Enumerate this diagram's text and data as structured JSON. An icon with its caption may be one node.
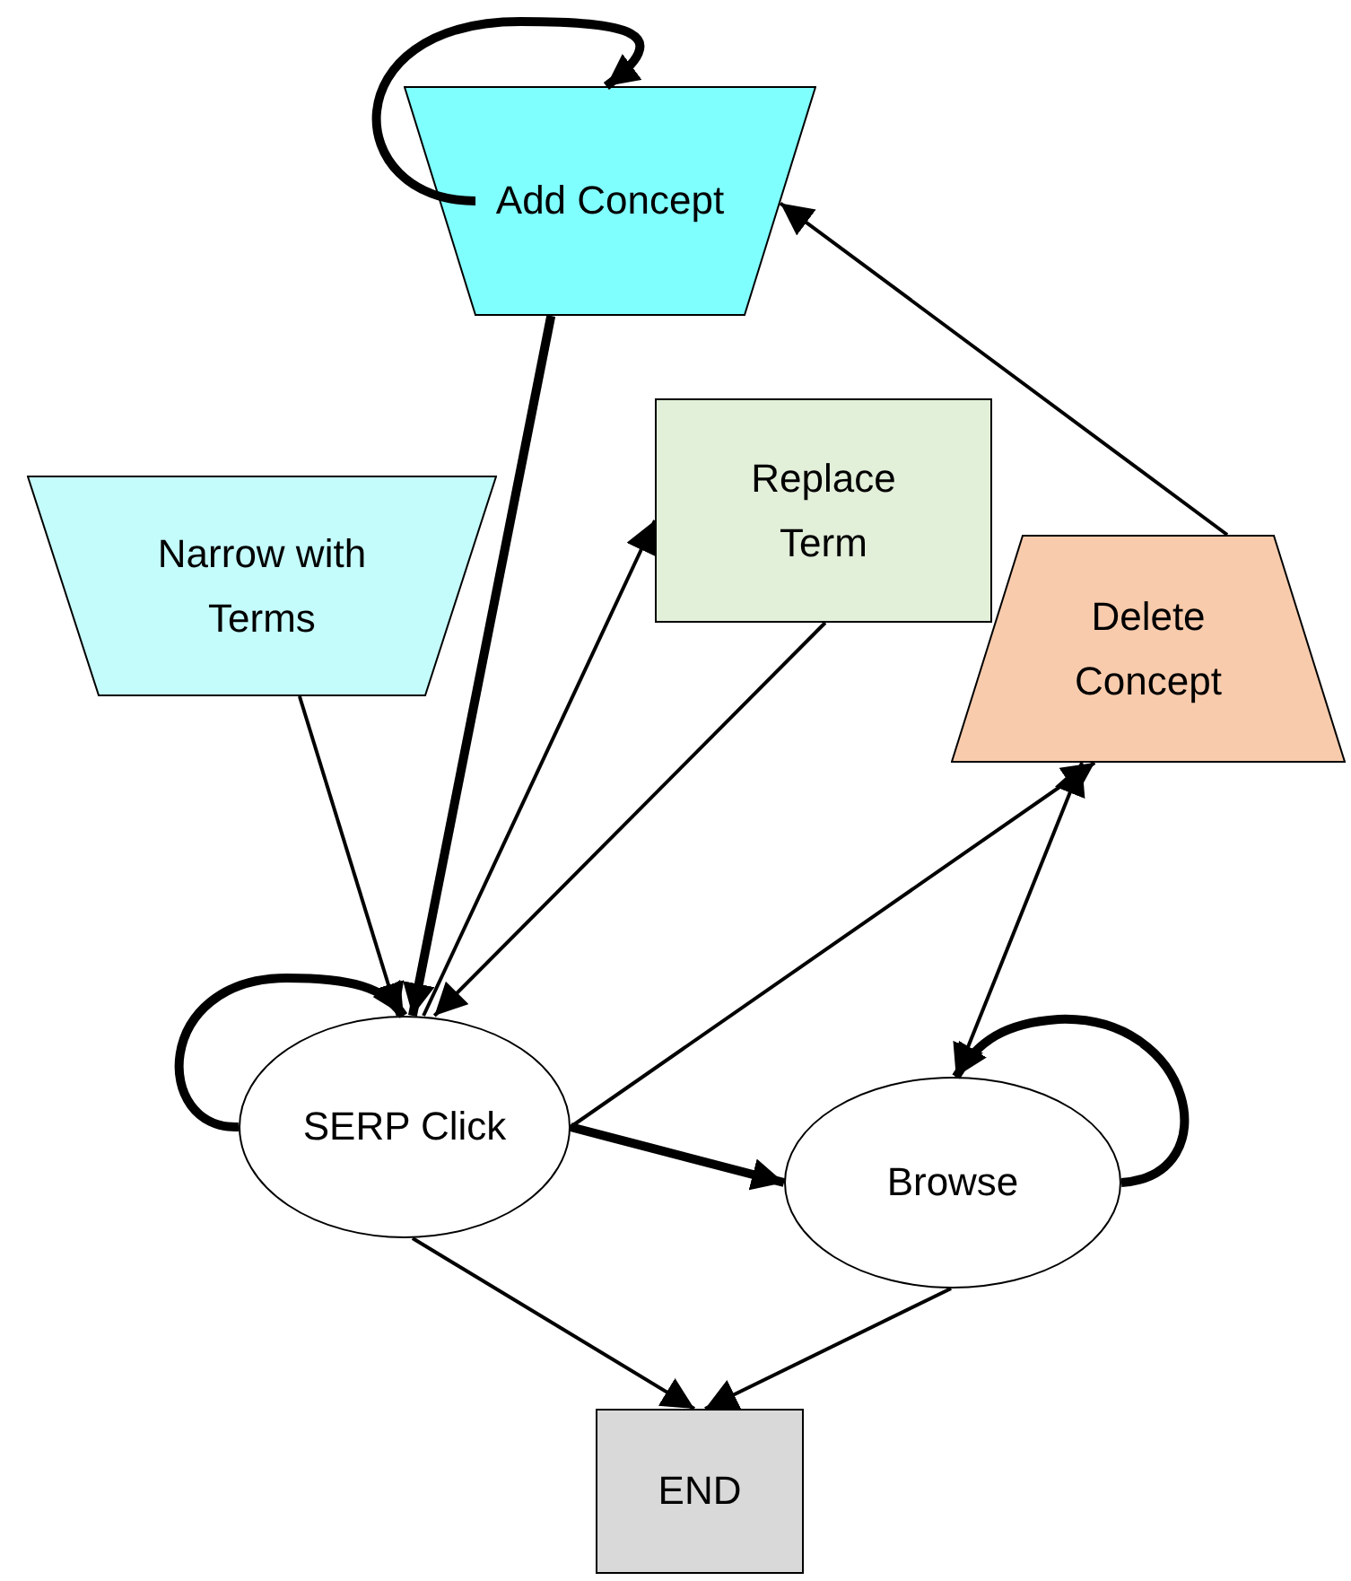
{
  "diagram": {
    "nodes": [
      {
        "text": [
          "Add Concept"
        ]
      },
      {
        "text": [
          "Narrow with Terms"
        ]
      },
      {
        "text": [
          "Replace Term"
        ]
      },
      {
        "text": [
          "Delete Concept"
        ]
      },
      {
        "text": [
          "SERP Click"
        ]
      },
      {
        "text": [
          "Browse"
        ]
      },
      {
        "text": [
          "END"
        ]
      }
    ],
    "edges": [
      {
        "from": 0,
        "to": 0,
        "arrow": "to",
        "style": "thick"
      },
      {
        "from": 0,
        "to": 4,
        "arrow": "to",
        "style": "thick"
      },
      {
        "from": 1,
        "to": 4,
        "arrow": "to"
      },
      {
        "from": 4,
        "to": 2,
        "arrow": "to"
      },
      {
        "from": 2,
        "to": 4,
        "arrow": "to"
      },
      {
        "from": 3,
        "to": 0,
        "arrow": "to"
      },
      {
        "from": 4,
        "to": 3,
        "arrow": "to"
      },
      {
        "from": 3,
        "to": 5,
        "arrow": "both"
      },
      {
        "from": 5,
        "to": 5,
        "arrow": "to",
        "style": "thick"
      },
      {
        "from": 4,
        "to": 4,
        "arrow": "to",
        "style": "thick"
      },
      {
        "from": 4,
        "to": 5,
        "arrow": "to",
        "style": "thick"
      },
      {
        "from": 4,
        "to": 6,
        "arrow": "to"
      },
      {
        "from": 5,
        "to": 6,
        "arrow": "to"
      }
    ]
  }
}
